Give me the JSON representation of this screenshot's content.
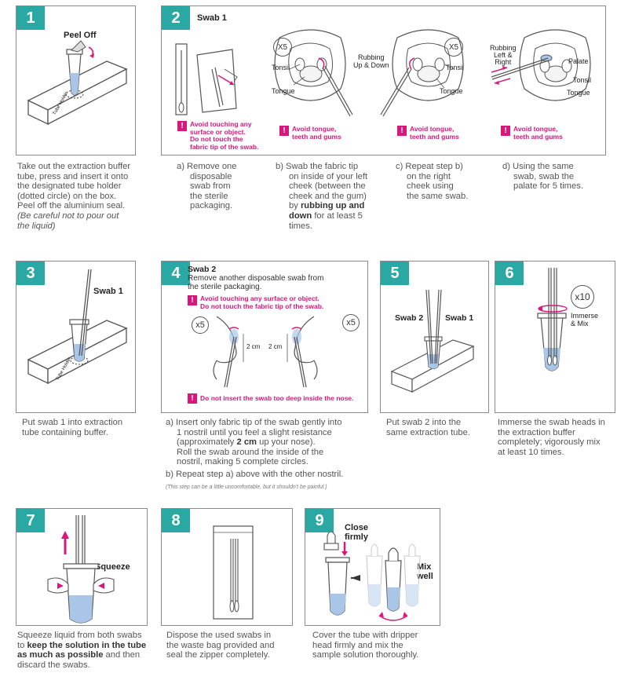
{
  "step1": {
    "num": "1",
    "peel": "Peel Off",
    "holder": "Tube Holder",
    "text": [
      "Take out the extraction buffer",
      "tube, press and insert it onto",
      "the designated tube holder",
      "(dotted circle) on the box.",
      "Peel off the aluminium seal."
    ],
    "note": [
      "(Be careful not to pour out",
      "the liquid)"
    ]
  },
  "step2": {
    "num": "2",
    "title": "Swab 1",
    "x5a": "X5",
    "x5b": "X5",
    "tonsil": "Tonsil",
    "tongue": "Tongue",
    "rubbing": [
      "Rubbing",
      "Up & Down"
    ],
    "rubbing_lr": [
      "Rubbing",
      "Left &",
      "Right"
    ],
    "palate": "Palate",
    "warn1": [
      "Avoid touching any",
      "surface or object.",
      "Do not touch the",
      "fabric tip of the swab."
    ],
    "warn2": [
      "Avoid tongue,",
      "teeth and gums"
    ],
    "a": [
      "a)  Remove one",
      "disposable",
      "swab from",
      "the sterile",
      "packaging."
    ],
    "b": [
      "b)  Swab the fabric tip",
      "on inside of your left",
      "cheek (between the",
      "cheek and the gum)",
      "by"
    ],
    "b_bold1": "rubbing up and",
    "b_bold2": "down",
    "b_tail1": " for at least 5",
    "b_tail2": "times.",
    "c": [
      "c) Repeat step b)",
      "on the right",
      "cheek using",
      "the same swab."
    ],
    "d": [
      "d) Using the same",
      "swab, swab the",
      "palate for 5 times."
    ]
  },
  "step3": {
    "num": "3",
    "swab": "Swab 1",
    "holder": "Tube Holder",
    "text": [
      "Put swab 1 into extraction",
      "tube containing buffer."
    ]
  },
  "step4": {
    "num": "4",
    "title": "Swab 2",
    "sub": [
      "Remove another disposable swab from",
      "the sterile packaging."
    ],
    "warn1": [
      "Avoid touching any surface or object.",
      "Do not touch the fabric tip of the swab."
    ],
    "x5": "x5",
    "cm": "2 cm",
    "warn2": "Do not insert the swab too deep inside the nose.",
    "a": [
      "a) Insert only fabric tip of the swab gently into",
      "1 nostril until you feel a slight resistance",
      "(approximately"
    ],
    "a_bold": "2 cm",
    "a_tail": " up your nose).",
    "a2": [
      "Roll the swab around the inside of the",
      "nostril, making 5 complete circles."
    ],
    "b": "b) Repeat step a) above with the other nostril.",
    "note": "(This step can be a little uncomfortable, but it shouldn't be painful.)"
  },
  "step5": {
    "num": "5",
    "swab2": "Swab 2",
    "swab1": "Swab 1",
    "text": [
      "Put swab 2 into the",
      "same extraction tube."
    ]
  },
  "step6": {
    "num": "6",
    "x10": "x10",
    "immerse": [
      "Immerse",
      "& Mix"
    ],
    "text": [
      "Immerse the swab heads in",
      "the extraction buffer",
      "completely; vigorously mix",
      "at least 10 times."
    ]
  },
  "step7": {
    "num": "7",
    "squeeze": "Squeeze",
    "text1": "Squeeze liquid from both swabs",
    "to": "to ",
    "bold1": "keep the solution in the tube",
    "bold2": "as much as possible",
    "tail": " and then",
    "text3": "discard the swabs."
  },
  "step8": {
    "num": "8",
    "text": [
      "Dispose the used swabs in",
      "the waste bag provided and",
      "seal the zipper completely."
    ]
  },
  "step9": {
    "num": "9",
    "close": [
      "Close",
      "firmly"
    ],
    "mix": [
      "Mix",
      "well"
    ],
    "text": [
      "Cover the tube with dripper",
      "head firmly and mix the",
      "sample solution thoroughly."
    ]
  },
  "colors": {
    "teal": "#2aa9a4",
    "magenta": "#d9177a",
    "liquid": "#a9c6e8"
  }
}
